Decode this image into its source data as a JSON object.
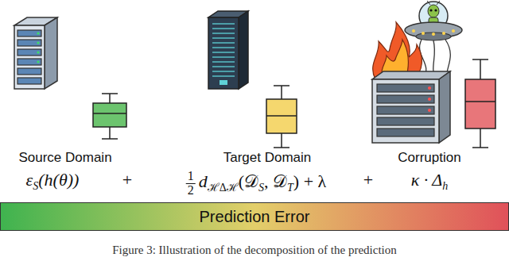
{
  "diagram": {
    "caption": "Figure 3: Illustration of the decomposition of the prediction",
    "nodes": [
      {
        "text": [
          "Prediction Error"
        ]
      }
    ],
    "labels": [
      "Source Domain",
      "Target Domain",
      "Corruption",
      "ε",
      "S",
      "(h(θ))",
      "+",
      "1",
      "2",
      "d",
      "ℋΔℋ",
      "(𝒟",
      "S",
      ", 𝒟",
      "T",
      ") + λ",
      "+",
      "κ · Δ",
      "h"
    ]
  }
}
